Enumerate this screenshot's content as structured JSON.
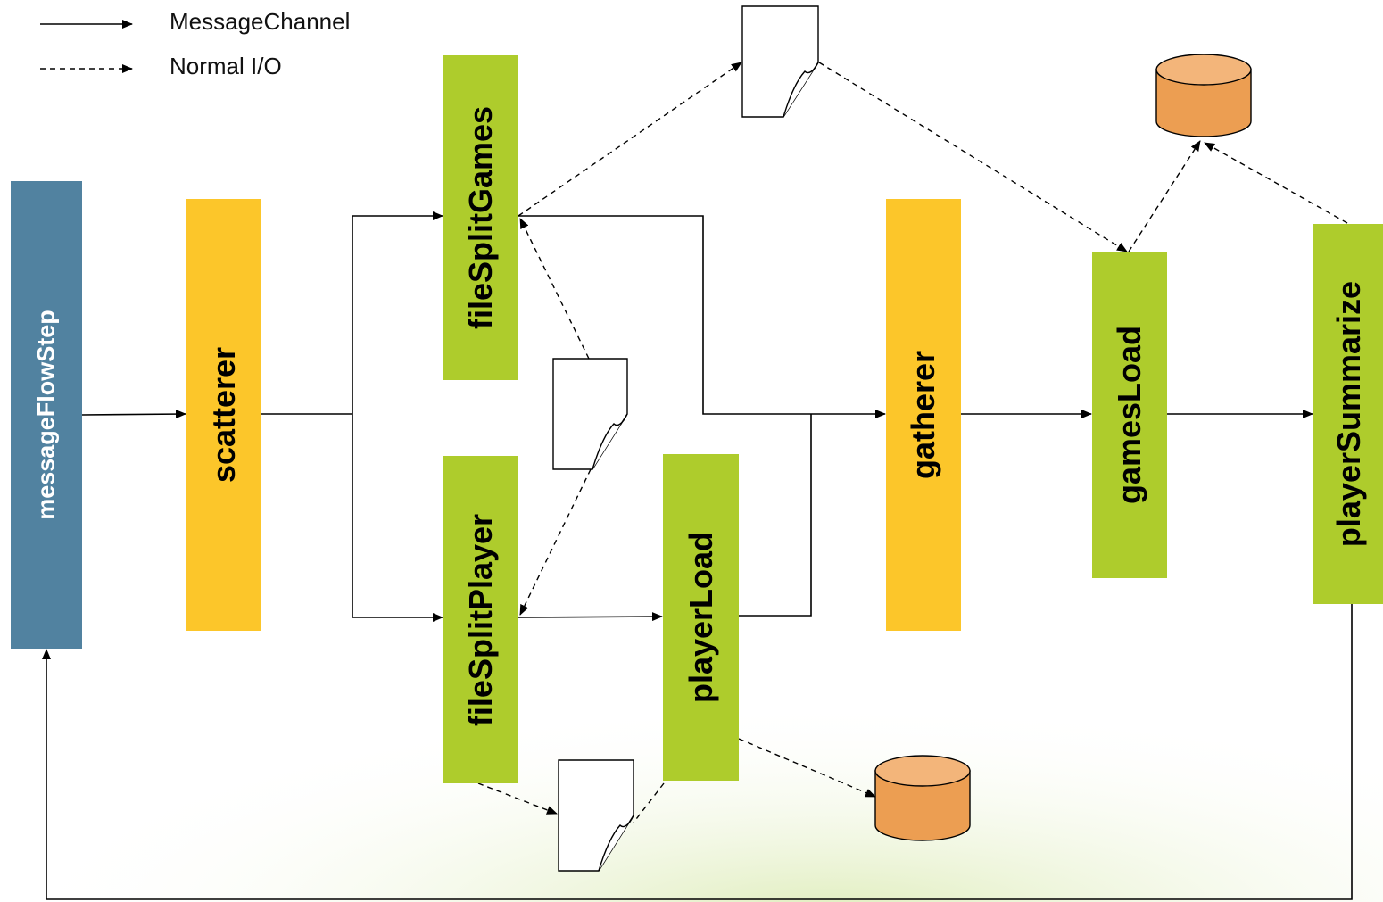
{
  "legend": {
    "solid_label": "MessageChannel",
    "dashed_label": "Normal I/O"
  },
  "steps": {
    "message_flow_step": "messageFlowStep",
    "scatterer": "scatterer",
    "file_split_games": "fileSplitGames",
    "file_split_player": "fileSplitPlayer",
    "player_load": "playerLoad",
    "gatherer": "gatherer",
    "games_load": "gamesLoad",
    "player_summarize": "playerSummarize"
  },
  "colors": {
    "blue_step": "#5182a0",
    "yellow_step": "#fcc62a",
    "green_step": "#aecc2c",
    "database": "#ec9e52"
  }
}
